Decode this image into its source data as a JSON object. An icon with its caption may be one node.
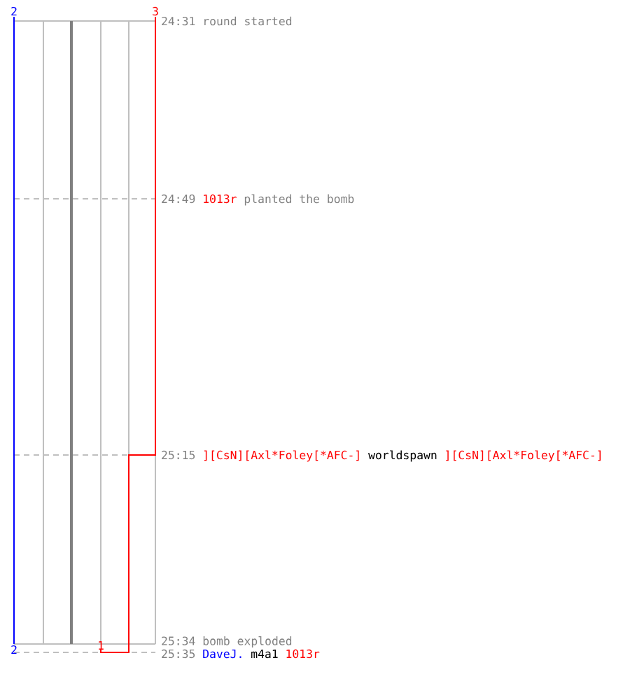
{
  "diagram": {
    "labels": [
      "2",
      "3",
      "24:31 round started",
      "24:49",
      "1013r",
      "planted the bomb",
      "25:15",
      "][CsN][Axl*Foley[*AFC-]",
      "worldspawn",
      "][CsN][Axl*Foley[*AFC-]",
      "25:34 bomb exploded",
      "2",
      "1",
      "25:35",
      "DaveJ.",
      "m4a1",
      "1013r"
    ]
  }
}
